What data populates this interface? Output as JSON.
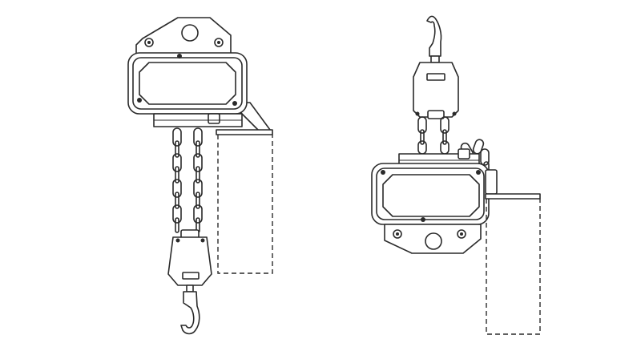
{
  "figure": {
    "views": [
      {
        "id": "hoist-view-normal",
        "orientation": "hook-down"
      },
      {
        "id": "hoist-view-inverted",
        "orientation": "hook-up"
      }
    ],
    "line_color": "#2a2a2a",
    "background": "#ffffff"
  }
}
